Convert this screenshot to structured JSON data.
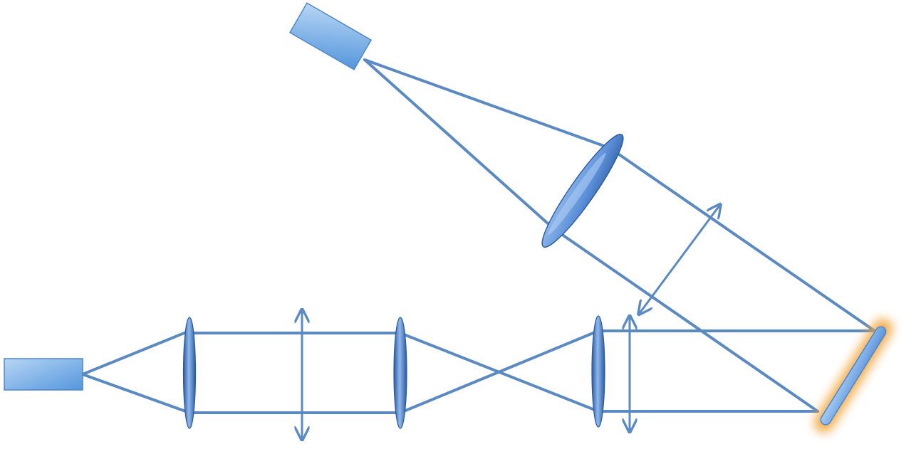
{
  "colors": {
    "beam": "#5b8ac2",
    "box_light": "#a9cdf2",
    "box_dark": "#5a9ae0",
    "box_edge": "#4f86c6",
    "lens_light": "#8fb8ee",
    "lens_dark": "#2f5fa3",
    "mirror_fill": "#7fb2ea",
    "mirror_glow": "#f0a030",
    "background": "#ffffff"
  },
  "components": {
    "source_1": "laser-source",
    "source_2": "detector-or-camera",
    "lenses": [
      "lens-1",
      "lens-2",
      "lens-3",
      "tilted-lens"
    ],
    "mirror": "mirror-with-glow",
    "arrows": [
      "double-arrow-1",
      "double-arrow-2",
      "double-arrow-3"
    ]
  }
}
